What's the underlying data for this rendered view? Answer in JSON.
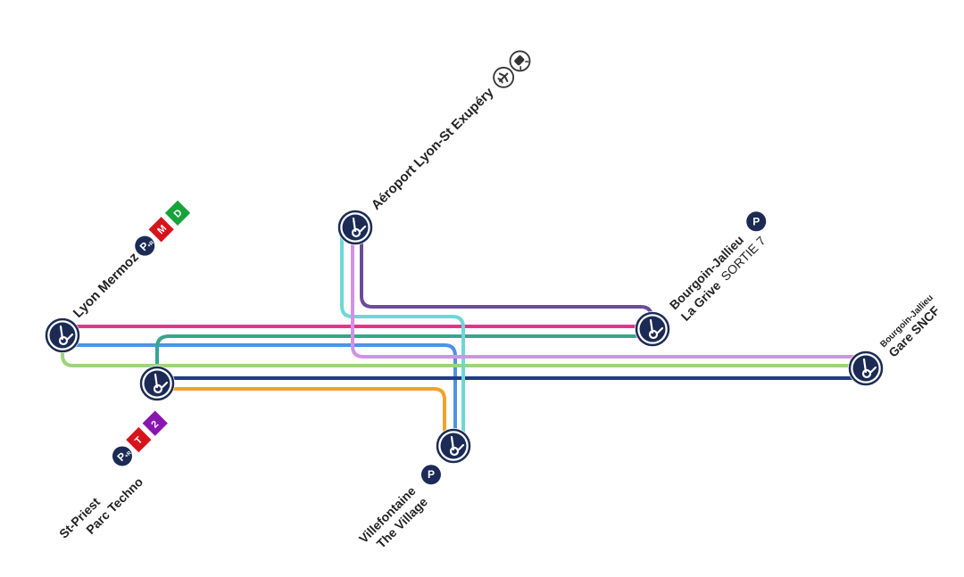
{
  "colors": {
    "pink": "#e6338a",
    "blue": "#4d94e0",
    "teal": "#33a88c",
    "lightgreen": "#9bd47b",
    "navy": "#1f3c87",
    "orange": "#f2a22b",
    "cyan": "#6fd6d6",
    "violet": "#d291e8",
    "purple": "#6b4c9a",
    "station": "#1b2b55",
    "metro": "#d8141b",
    "metroD": "#17a33a",
    "tram": "#8a16b0"
  },
  "stations": {
    "lyon_mermoz": {
      "name": "Lyon Mermoz",
      "badges": {
        "pr": "P",
        "pr_sub": "+R",
        "m": "M",
        "d": "D"
      }
    },
    "st_priest": {
      "line1": "St-Priest",
      "line2": "Parc Techno",
      "badges": {
        "pr": "P",
        "pr_sub": "+R",
        "t": "T",
        "t2": "2"
      }
    },
    "aeroport": {
      "name": "Aéroport Lyon-St Exupéry",
      "icons": [
        "airplane-icon",
        "train-icon"
      ]
    },
    "villefontaine": {
      "line1": "Villefontaine",
      "line2": "The Village",
      "badge_p": "P"
    },
    "bourgoin_la_grive": {
      "line1": "Bourgoin-Jallieu",
      "line2": "La Grive",
      "line2_suffix": "SORTIE 7",
      "badge_p": "P"
    },
    "bourgoin_gare": {
      "small": "Bourgoin-Jallieu",
      "name": "Gare SNCF"
    }
  }
}
